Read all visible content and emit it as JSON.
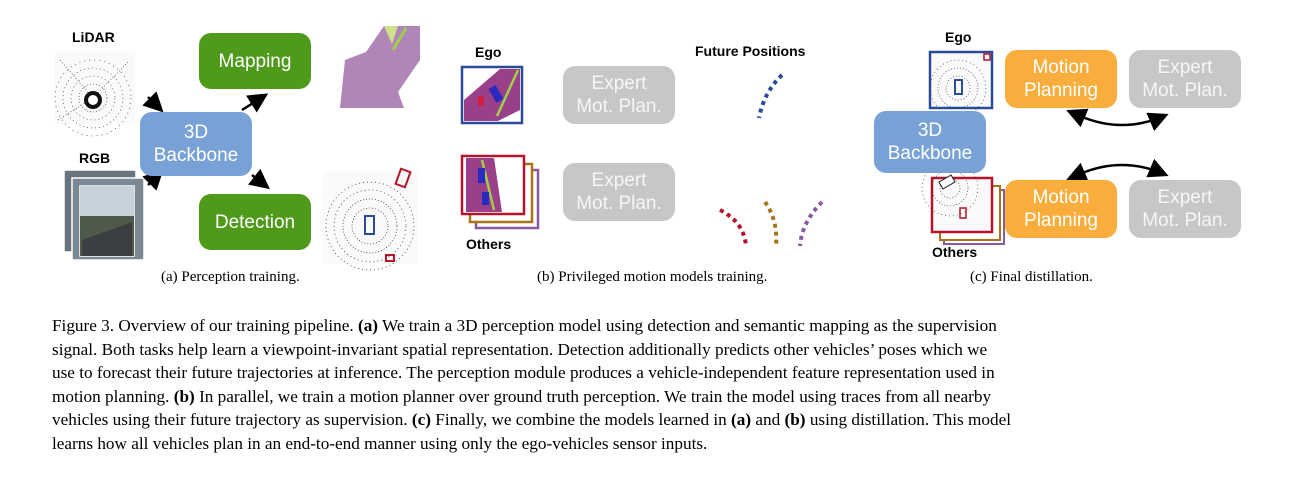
{
  "panel_a": {
    "lidar_label": "LiDAR",
    "rgb_label": "RGB",
    "backbone": [
      "3D",
      "Backbone"
    ],
    "mapping": "Mapping",
    "detection": "Detection",
    "subcaption": "(a) Perception training."
  },
  "panel_b": {
    "ego_label": "Ego",
    "others_label": "Others",
    "future_label": "Future Positions",
    "expert_top": [
      "Expert",
      "Mot. Plan."
    ],
    "expert_bottom": [
      "Expert",
      "Mot. Plan."
    ],
    "subcaption": "(b) Privileged motion models training."
  },
  "panel_c": {
    "ego_label": "Ego",
    "others_label": "Others",
    "backbone": [
      "3D",
      "Backbone"
    ],
    "motion_top": [
      "Motion",
      "Planning"
    ],
    "motion_bottom": [
      "Motion",
      "Planning"
    ],
    "expert_top": [
      "Expert",
      "Mot. Plan."
    ],
    "expert_bottom": [
      "Expert",
      "Mot. Plan."
    ],
    "subcaption": "(c) Final distillation."
  },
  "caption": {
    "l1_a": "Figure 3. Overview of our training pipeline. ",
    "l1_b": "(a)",
    "l1_c": " We train a 3D perception model using detection and semantic mapping as the supervision",
    "l2": "signal. Both tasks help learn a viewpoint-invariant spatial representation. Detection additionally predicts other vehicles’ poses which we",
    "l3": "use to forecast their future trajectories at inference. The perception module produces a vehicle-independent feature representation used in",
    "l4_a": "motion planning. ",
    "l4_b": "(b)",
    "l4_c": " In parallel, we train a motion planner over ground truth perception. We train the model using traces from all nearby",
    "l5_a": "vehicles using their future trajectory as supervision. ",
    "l5_b": "(c)",
    "l5_c": " Finally, we combine the models learned in ",
    "l5_d": "(a)",
    "l5_e": " and ",
    "l5_f": "(b)",
    "l5_g": " using distillation. This model",
    "l6": "learns how all vehicles plan in an end-to-end manner using only the ego-vehicles sensor inputs."
  },
  "colors": {
    "green": "#4f9a1a",
    "blue": "#78a2d6",
    "gray": "#c7c7c5",
    "orange": "#f8ad3c",
    "map_purple": "#b085b8",
    "traj_blue": "#2a4a9a",
    "traj_red": "#b3142a",
    "traj_brown": "#a8741a",
    "traj_purple": "#8a5aa0"
  }
}
